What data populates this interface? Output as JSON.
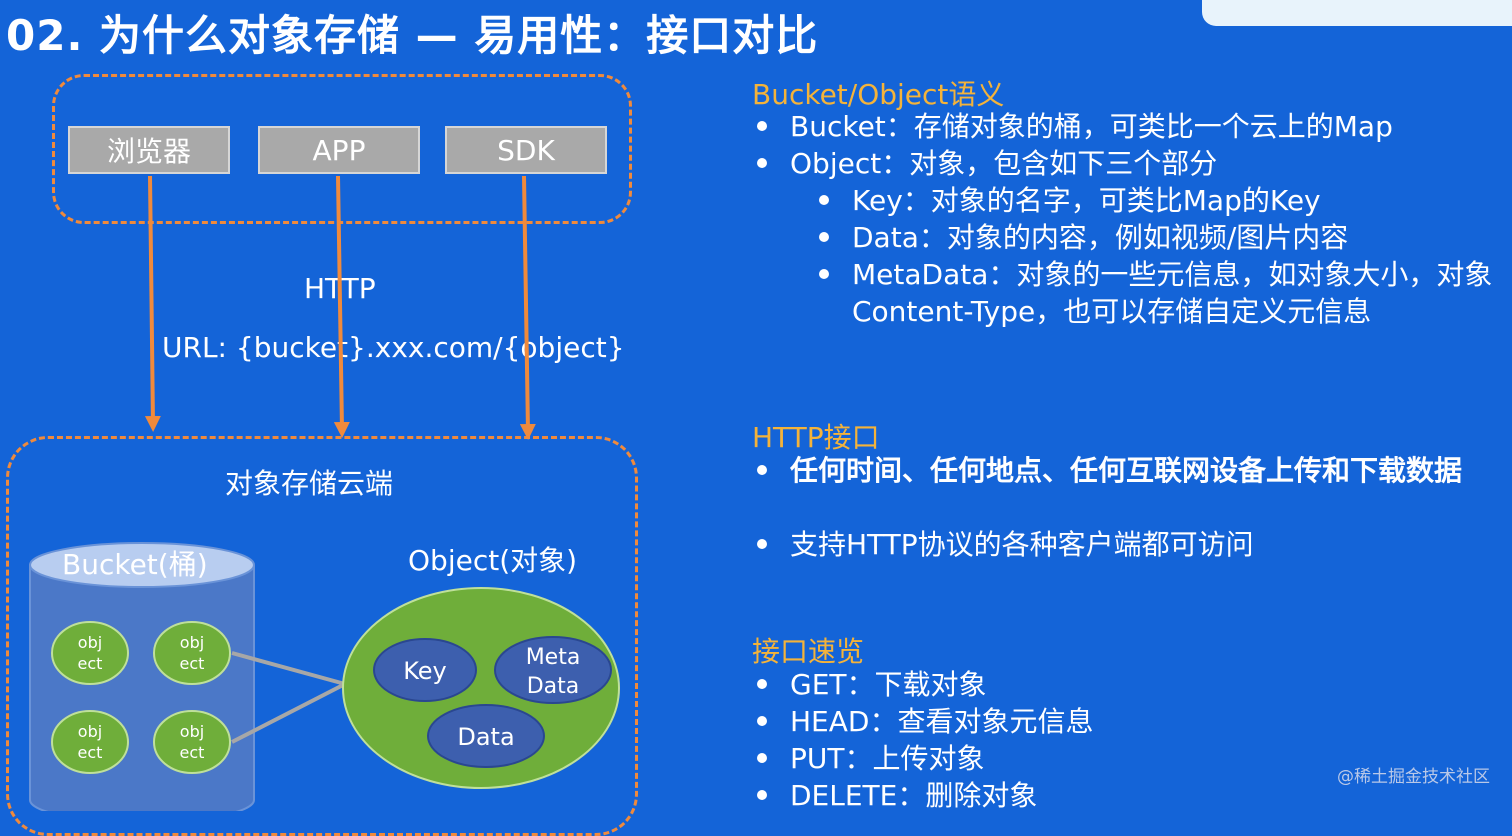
{
  "title": "02. 为什么对象存储 — 易用性：接口对比",
  "clients": [
    "浏览器",
    "APP",
    "SDK"
  ],
  "protocol_label": "HTTP",
  "url_label": "URL: {bucket}.xxx.com/{object}",
  "cloud_label": "对象存储云端",
  "bucket_label": "Bucket(桶)",
  "bucket_objects": [
    [
      "obj",
      "ect"
    ],
    [
      "obj",
      "ect"
    ],
    [
      "obj",
      "ect"
    ],
    [
      "obj",
      "ect"
    ]
  ],
  "object_label": "Object(对象)",
  "object_parts": {
    "key": "Key",
    "meta_line1": "Meta",
    "meta_line2": "Data",
    "data": "Data"
  },
  "sections": {
    "semantics": {
      "title": "Bucket/Object语义",
      "items": [
        "Bucket：存储对象的桶，可类比一个云上的Map",
        "Object：对象，包含如下三个部分"
      ],
      "sub_items": [
        "Key：对象的名字，可类比Map的Key",
        "Data：对象的内容，例如视频/图片内容",
        "MetaData：对象的一些元信息，如对象大小，对象Content-Type，也可以存储自定义元信息"
      ]
    },
    "http": {
      "title": "HTTP接口",
      "bold_item": "任何时间、任何地点、任何互联网设备上传和下载数据",
      "item": "支持HTTP协议的各种客户端都可访问"
    },
    "overview": {
      "title": "接口速览",
      "items": [
        "GET：下载对象",
        "HEAD：查看对象元信息",
        "PUT：上传对象",
        "DELETE：删除对象"
      ]
    }
  },
  "watermark": "@稀土掘金技术社区",
  "colors": {
    "background": "#1464d8",
    "accent_orange": "#f08a3c",
    "section_title": "#f4b33a",
    "client_box": "#a9a9a9",
    "bucket_body": "#4b78c8",
    "object_green": "#6fae3a",
    "inner_ellipse": "#3d5fae"
  }
}
